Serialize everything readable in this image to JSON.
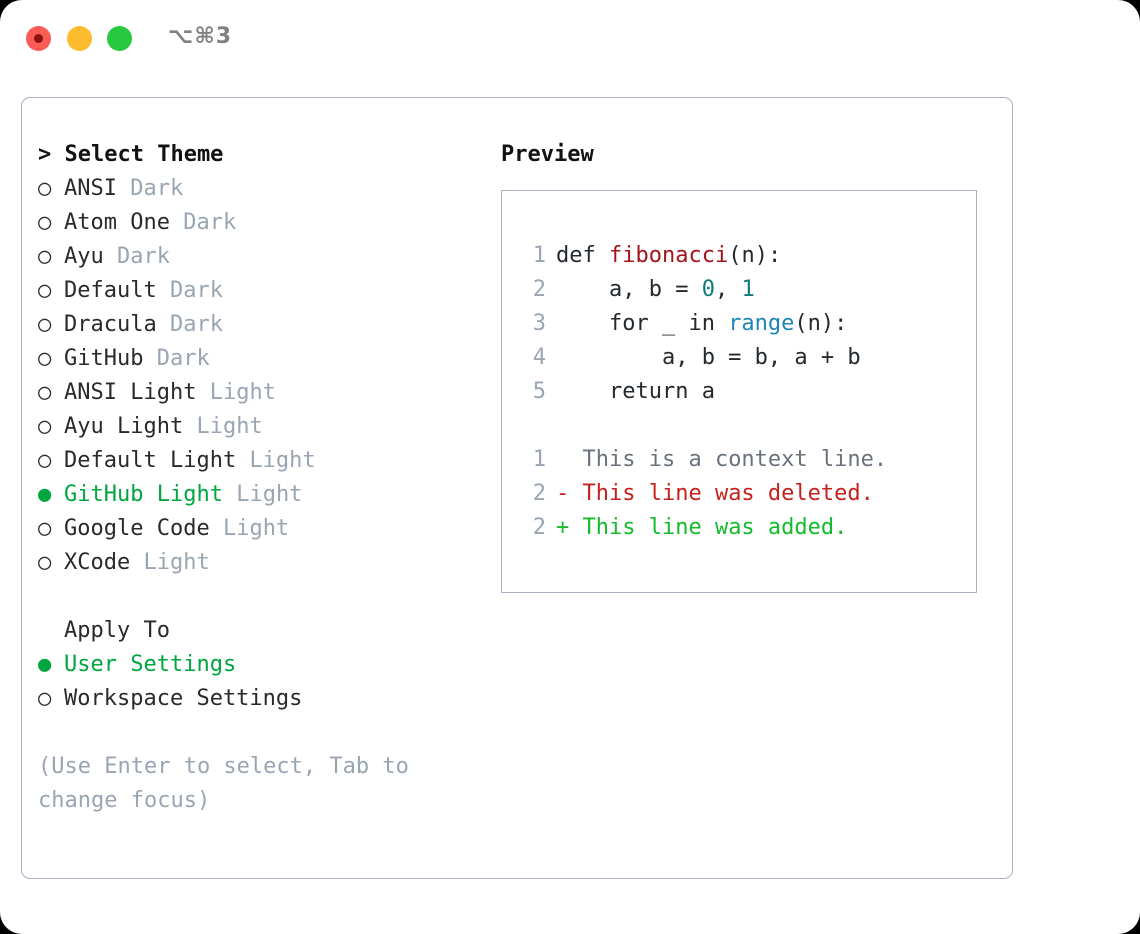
{
  "window": {
    "title": "⌥⌘3",
    "traffic_lights": [
      "close",
      "minimize",
      "zoom"
    ]
  },
  "theme_section": {
    "header": "> Select Theme",
    "items": [
      {
        "marker": "○",
        "label": "ANSI",
        "tag": "Dark",
        "selected": false
      },
      {
        "marker": "○",
        "label": "Atom One",
        "tag": "Dark",
        "selected": false
      },
      {
        "marker": "○",
        "label": "Ayu",
        "tag": "Dark",
        "selected": false
      },
      {
        "marker": "○",
        "label": "Default",
        "tag": "Dark",
        "selected": false
      },
      {
        "marker": "○",
        "label": "Dracula",
        "tag": "Dark",
        "selected": false
      },
      {
        "marker": "○",
        "label": "GitHub",
        "tag": "Dark",
        "selected": false
      },
      {
        "marker": "○",
        "label": "ANSI Light",
        "tag": "Light",
        "selected": false
      },
      {
        "marker": "○",
        "label": "Ayu Light",
        "tag": "Light",
        "selected": false
      },
      {
        "marker": "○",
        "label": "Default Light",
        "tag": "Light",
        "selected": false
      },
      {
        "marker": "●",
        "label": "GitHub Light",
        "tag": "Light",
        "selected": true
      },
      {
        "marker": "○",
        "label": "Google Code",
        "tag": "Light",
        "selected": false
      },
      {
        "marker": "○",
        "label": "XCode",
        "tag": "Light",
        "selected": false
      }
    ]
  },
  "apply_section": {
    "header": "Apply To",
    "items": [
      {
        "marker": "●",
        "label": "User Settings",
        "selected": true
      },
      {
        "marker": "○",
        "label": "Workspace Settings",
        "selected": false
      }
    ]
  },
  "hint": "(Use Enter to select, Tab to change focus)",
  "preview": {
    "header": "Preview",
    "code_lines": [
      {
        "number": "1",
        "tokens": [
          {
            "text": "def ",
            "kind": "plain"
          },
          {
            "text": "fibonacci",
            "kind": "fn"
          },
          {
            "text": "(n):",
            "kind": "plain"
          }
        ]
      },
      {
        "number": "2",
        "tokens": [
          {
            "text": "    a, b = ",
            "kind": "plain"
          },
          {
            "text": "0",
            "kind": "num"
          },
          {
            "text": ", ",
            "kind": "plain"
          },
          {
            "text": "1",
            "kind": "num"
          }
        ]
      },
      {
        "number": "3",
        "tokens": [
          {
            "text": "    for _ in ",
            "kind": "plain"
          },
          {
            "text": "range",
            "kind": "builtin"
          },
          {
            "text": "(n):",
            "kind": "plain"
          }
        ]
      },
      {
        "number": "4",
        "tokens": [
          {
            "text": "        a, b = b, a + b",
            "kind": "plain"
          }
        ]
      },
      {
        "number": "5",
        "tokens": [
          {
            "text": "    return a",
            "kind": "plain"
          }
        ]
      }
    ],
    "diff_lines": [
      {
        "number": "1",
        "sign": " ",
        "text": " This is a context line.",
        "kind": "ctx"
      },
      {
        "number": "2",
        "sign": "-",
        "text": " This line was deleted.",
        "kind": "del"
      },
      {
        "number": "2",
        "sign": "+",
        "text": " This line was added.",
        "kind": "add"
      }
    ]
  },
  "colors": {
    "accent_green": "#00a63f",
    "muted": "#9aa5b4",
    "border": "#a8b2c0",
    "diff_add": "#15bb2b",
    "diff_del": "#c5211d",
    "token_fn": "#a3151b",
    "token_num": "#0f7b7d",
    "token_builtin": "#1d87b5"
  }
}
